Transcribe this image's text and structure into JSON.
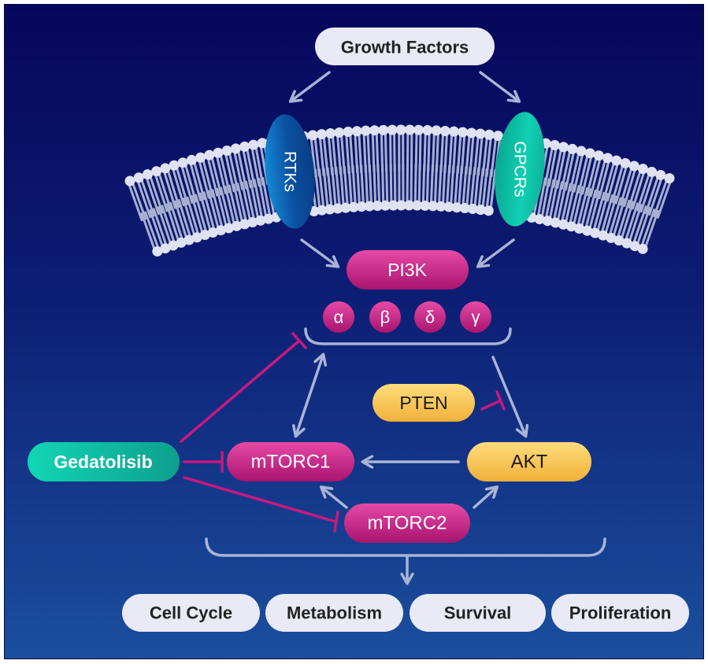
{
  "nodes": {
    "growth_factors": "Growth Factors",
    "rtks": "RTKs",
    "gpcrs": "GPCRs",
    "pi3k": "PI3K",
    "isoforms": [
      "α",
      "β",
      "δ",
      "γ"
    ],
    "pten": "PTEN",
    "gedatolisib": "Gedatolisib",
    "mtorc1": "mTORC1",
    "akt": "AKT",
    "mtorc2": "mTORC2"
  },
  "outcomes": [
    "Cell Cycle",
    "Metabolism",
    "Survival",
    "Proliferation"
  ],
  "colors": {
    "background_top": "#06065c",
    "background_bottom": "#1b4f9e",
    "arrow": "#a9b4d6",
    "inhibitor": "#c8197f",
    "magenta": "#c81f86",
    "yellow": "#f8c24d",
    "teal": "#14b89c",
    "rtk_blue": "#0b55a8",
    "pill_light": "#e9eaf5",
    "membrane": "#d9dcec"
  }
}
